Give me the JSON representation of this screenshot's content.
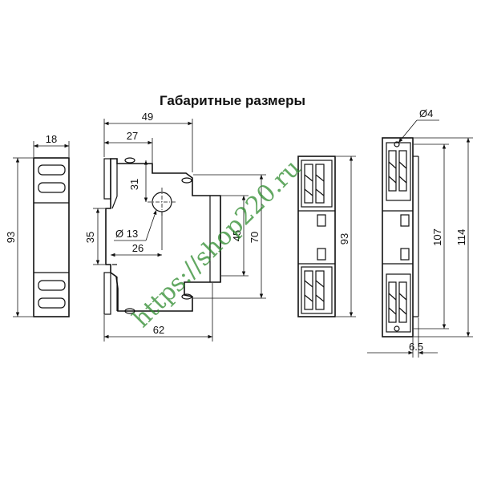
{
  "title": "Габаритные размеры",
  "watermark": "https://shop220.ru",
  "front_view": {
    "width": "18",
    "height": "93"
  },
  "side_view": {
    "width_total": "49",
    "width_partial": "27",
    "offset_31": "31",
    "dim_35": "35",
    "hole_diameter": "Ø 13",
    "dim_26": "26",
    "dim_45": "45",
    "dim_70": "70",
    "dim_62": "62"
  },
  "back_view": {
    "height": "93"
  },
  "end_view": {
    "hole": "Ø4",
    "height_inner": "107",
    "height_outer": "114",
    "depth": "6.5"
  }
}
